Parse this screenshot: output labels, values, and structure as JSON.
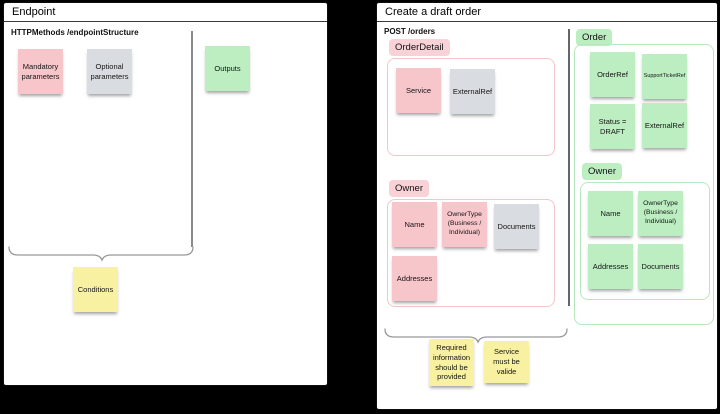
{
  "palette": {
    "canvas_bg": "#000000",
    "panel_bg": "#ffffff",
    "pink_note": "#f6c6cb",
    "gray_note": "#d9dce0",
    "green_note": "#bceec1",
    "yellow_note": "#f9f1a2",
    "pink_chip": "#f8d2d6",
    "pink_box_border": "#f3c6cb",
    "green_box_border": "#b7e7bc",
    "line_gray": "#8a8a8a"
  },
  "endpoint_panel": {
    "title": "Endpoint",
    "subtitle": "HTTPMethods /endpointStructure",
    "notes": {
      "mandatory": "Mandatory parameters",
      "optional": "Optional parameters",
      "outputs": "Outputs",
      "conditions": "Conditions"
    }
  },
  "order_panel": {
    "title": "Create a draft order",
    "subtitle": "POST /orders",
    "request": {
      "order_detail": {
        "chip": "OrderDetail",
        "notes": {
          "service": "Service",
          "external_ref": "ExternalRef"
        }
      },
      "owner": {
        "chip": "Owner",
        "notes": {
          "name": "Name",
          "owner_type": "OwnerType (Business / Individual)",
          "documents": "Documents",
          "addresses": "Addresses"
        }
      }
    },
    "response": {
      "order": {
        "chip": "Order",
        "notes": {
          "order_ref": "OrderRef",
          "support_ticket_ref": "SupportTicketRef",
          "status": "Status = DRAFT",
          "external_ref": "ExternalRef"
        }
      },
      "owner": {
        "chip": "Owner",
        "notes": {
          "name": "Name",
          "owner_type": "OwnerType (Business / Individual)",
          "addresses": "Addresses",
          "documents": "Documents"
        }
      }
    },
    "annotations": {
      "required_info": "Required information should be provided",
      "service_valid": "Service must be valide"
    }
  }
}
